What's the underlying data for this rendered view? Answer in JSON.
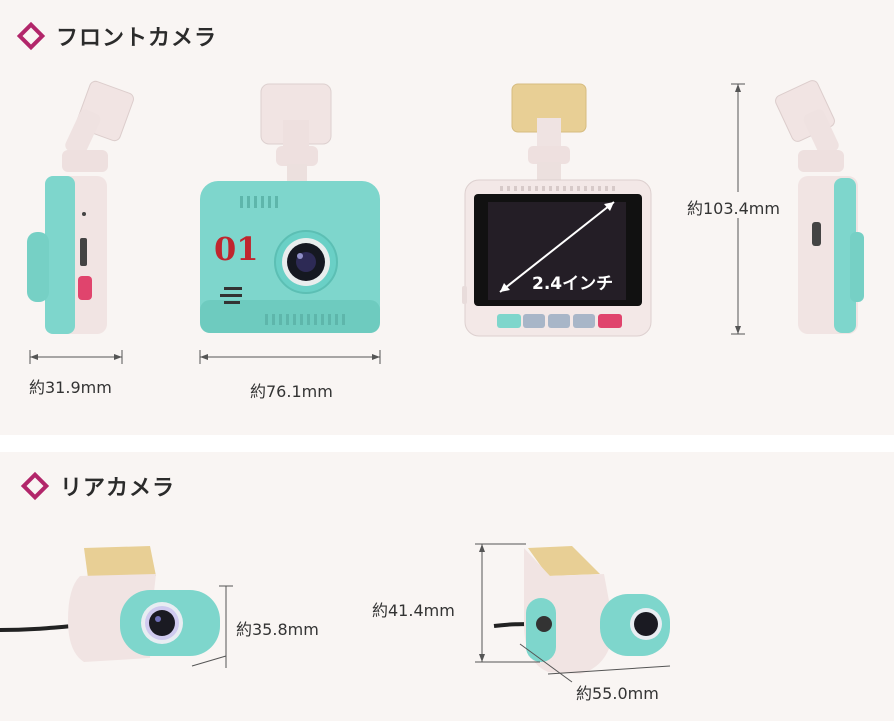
{
  "front_section": {
    "title": "フロントカメラ",
    "dims": {
      "depth": "約31.9mm",
      "width": "約76.1mm",
      "height": "約103.4mm"
    },
    "screen_label": "2.4インチ",
    "logo_text": "01"
  },
  "rear_section": {
    "title": "リアカメラ",
    "dims": {
      "diameter": "約35.8mm",
      "height": "約41.4mm",
      "length": "約55.0mm"
    }
  },
  "colors": {
    "accent": "#b2266a",
    "mint": "#7ed6cc",
    "shell": "#f1e4e3",
    "pad": "#e8cf95",
    "logo": "#c0262e"
  }
}
